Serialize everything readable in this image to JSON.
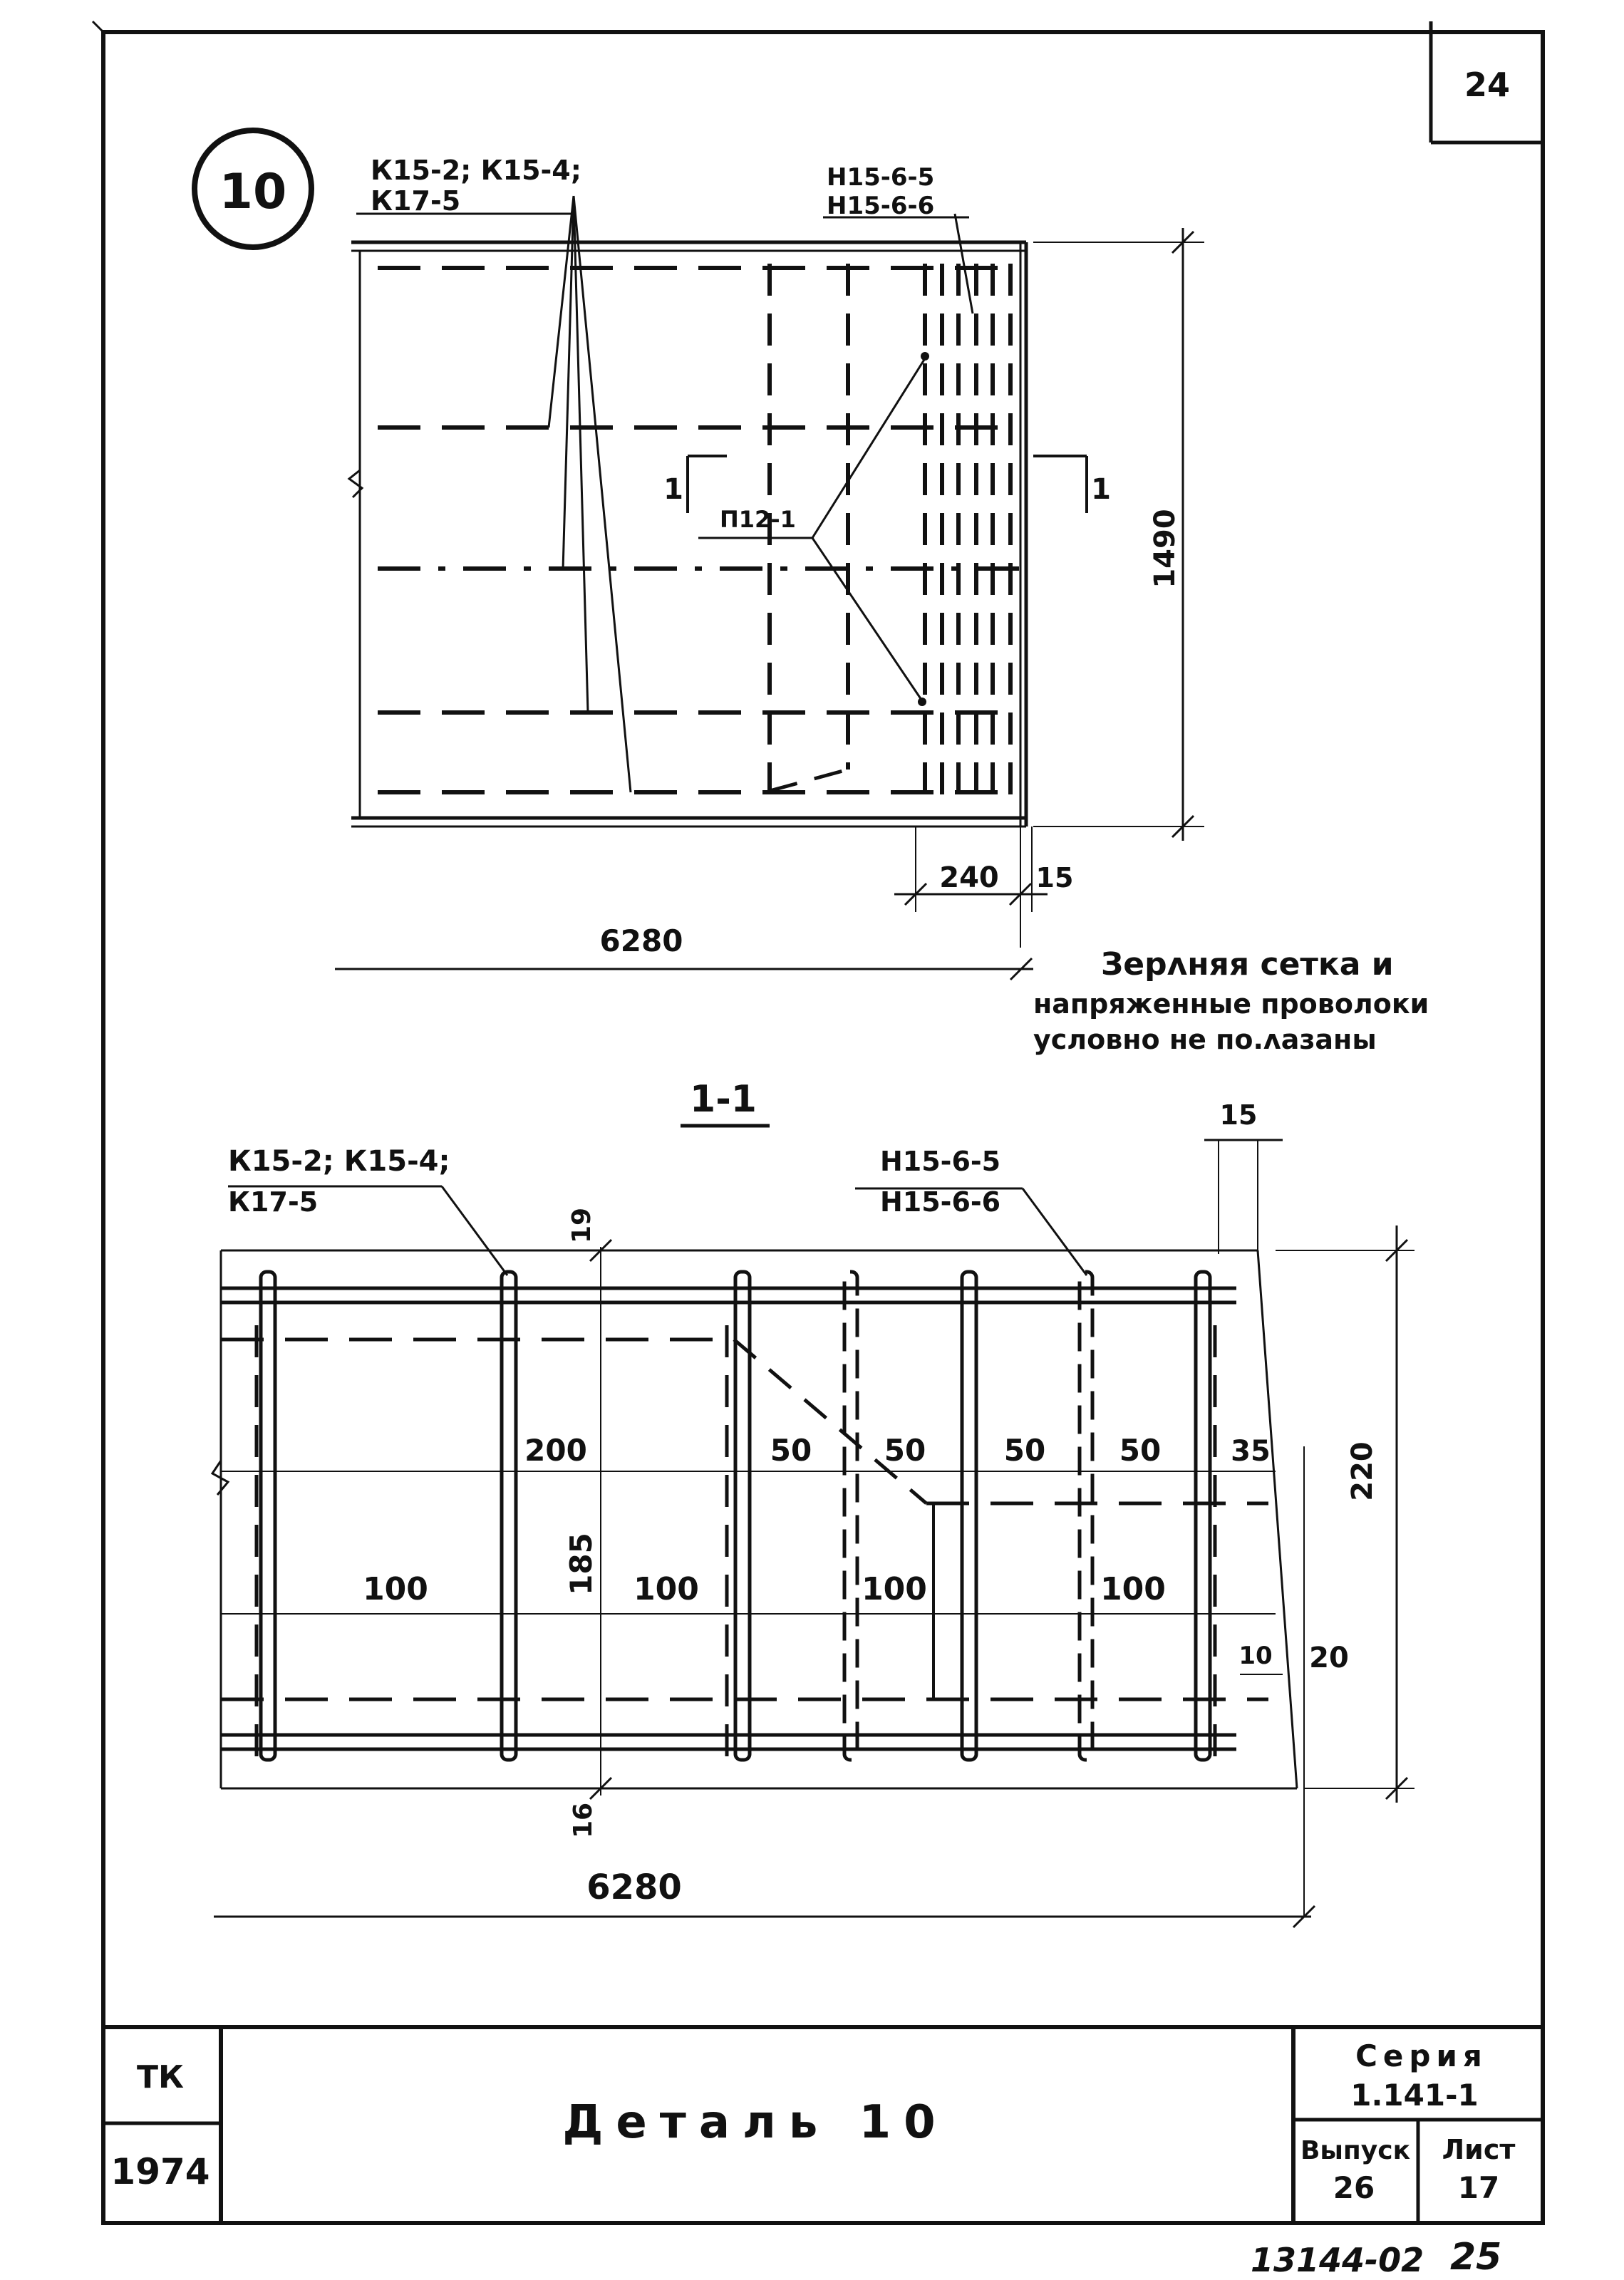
{
  "sheet_number": "24",
  "detail_marker": "10",
  "plan": {
    "label_k_line1": "К15-2; К15-4;",
    "label_k_line2": "К17-5",
    "label_n_line1": "Н15-6-5",
    "label_n_line2": "Н15-6-6",
    "label_p": "П12-1",
    "section_mark_left": "1",
    "section_mark_right": "1",
    "dim_height": "1490",
    "dim_240": "240",
    "dim_15": "15",
    "dim_length": "6280"
  },
  "note": {
    "line1": "Зерʌняя сетка и",
    "line2": "напряженные проволоки",
    "line3": "условно не по.ʌазаны"
  },
  "section": {
    "title": "1-1",
    "label_k_line1": "К15-2; К15-4;",
    "label_k_line2": "К17-5",
    "label_n_line1": "Н15-6-5",
    "label_n_line2": "Н15-6-6",
    "dim_15": "15",
    "dim_19": "19",
    "dim_200": "200",
    "dim_50a": "50",
    "dim_50b": "50",
    "dim_50c": "50",
    "dim_50d": "50",
    "dim_35": "35",
    "dim_220": "220",
    "dim_185": "185",
    "dim_100a": "100",
    "dim_100b": "100",
    "dim_100c": "100",
    "dim_100d": "100",
    "dim_10": "10",
    "dim_20": "20",
    "dim_16": "16",
    "dim_length": "6280"
  },
  "title_block": {
    "code": "ТК",
    "year": "1974",
    "title": "Деталь 10",
    "series_label": "Серия",
    "series_value": "1.141-1",
    "issue_label": "Выпуск",
    "issue_value": "26",
    "sheet_label": "Лист",
    "sheet_value": "17"
  },
  "footer_code": "13144-02",
  "footer_page": "25"
}
